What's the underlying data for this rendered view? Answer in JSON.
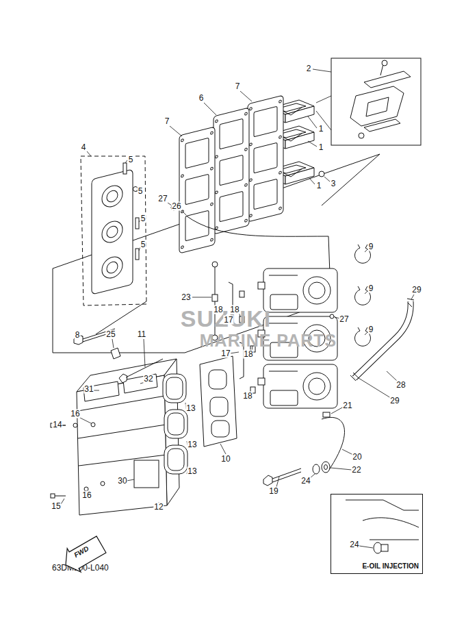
{
  "diagram": {
    "nodes": [
      {
        "text": [
          "FWD"
        ]
      },
      {
        "text": [
          "E-OIL INJECTION"
        ]
      }
    ],
    "labels": [
      "SUZUKI",
      "MARINE PARTS",
      "2",
      "7",
      "6",
      "7",
      "1",
      "1",
      "4",
      "5",
      "5",
      "1",
      "3",
      "27",
      "26",
      "5",
      "5",
      "9",
      "9",
      "29",
      "23",
      "18",
      "18",
      "17",
      "27",
      "9",
      "8",
      "25",
      "11",
      "17",
      "18",
      "32",
      "28",
      "31",
      "18",
      "29",
      "21",
      "13",
      "16",
      "14",
      "13",
      "20",
      "10",
      "22",
      "13",
      "30",
      "24",
      "16",
      "15",
      "19",
      "12",
      "24",
      "63DM100-L040"
    ]
  }
}
